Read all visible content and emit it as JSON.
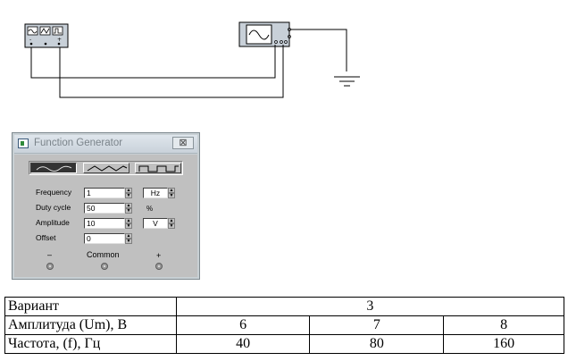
{
  "function_generator": {
    "title": "Function Generator",
    "close_label": "⊠",
    "waveforms": [
      "sine-wave",
      "triangle-wave",
      "square-wave"
    ],
    "active_waveform": "sine-wave",
    "fields": {
      "frequency": {
        "label": "Frequency",
        "value": "1",
        "unit": "Hz"
      },
      "duty_cycle": {
        "label": "Duty cycle",
        "value": "50",
        "unit": "%"
      },
      "amplitude": {
        "label": "Amplitude",
        "value": "10",
        "unit": "V"
      },
      "offset": {
        "label": "Offset",
        "value": "0"
      }
    },
    "terminals": {
      "minus": "–",
      "common": "Common",
      "plus": "+"
    }
  },
  "table": {
    "variant_label": "Вариант",
    "variant_value": "3",
    "amplitude_label": "Амплитуда (Um), В",
    "amplitude_values": [
      "6",
      "7",
      "8"
    ],
    "frequency_label": "Частота, (f), Гц",
    "frequency_values": [
      "40",
      "80",
      "160"
    ]
  }
}
